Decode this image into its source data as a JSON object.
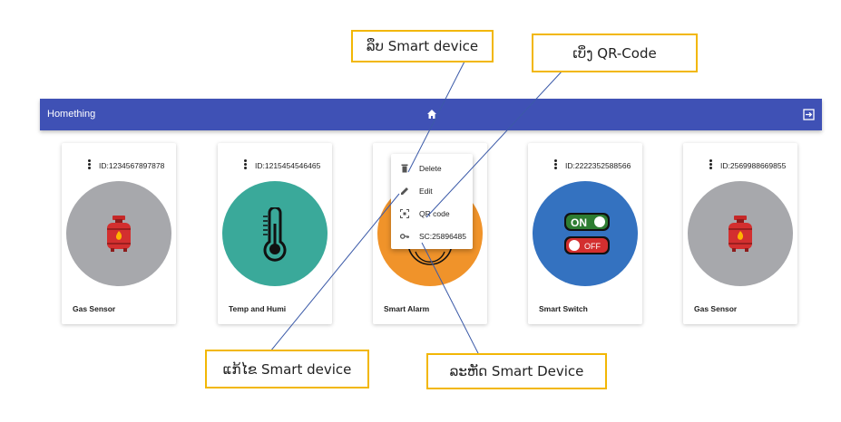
{
  "app": {
    "title": "Homething"
  },
  "colors": {
    "appbar": "#3f51b5",
    "gray": "#a7a8ac",
    "teal": "#3aa99a",
    "orange": "#f0932a",
    "blue": "#3472c0",
    "callout_border": "#f2b705",
    "line": "#3b5aa8"
  },
  "cards": [
    {
      "id": "ID:1234567897878",
      "name": "Gas Sensor",
      "icon": "gas-cylinder-icon",
      "color": "gray"
    },
    {
      "id": "ID:1215454546465",
      "name": "Temp and Humi",
      "icon": "thermometer-icon",
      "color": "teal"
    },
    {
      "id": "",
      "name": "Smart Alarm",
      "icon": "alarm-icon",
      "color": "orange"
    },
    {
      "id": "ID:2222352588566",
      "name": "Smart Switch",
      "icon": "switch-icon",
      "color": "blue"
    },
    {
      "id": "ID:2569988669855",
      "name": "Gas Sensor",
      "icon": "gas-cylinder-icon",
      "color": "gray"
    }
  ],
  "menu": {
    "items": [
      {
        "label": "Delete",
        "icon": "trash-icon"
      },
      {
        "label": "Edit",
        "icon": "pencil-icon"
      },
      {
        "label": "QR code",
        "icon": "qr-scan-icon"
      },
      {
        "label": "SC:25896485",
        "icon": "key-icon"
      }
    ]
  },
  "switch_labels": {
    "on": "ON",
    "off": "OFF"
  },
  "callouts": {
    "delete": "ລຶບ Smart device",
    "qr": "ເບິ່ງ QR-Code",
    "edit": "ແກ້ໄຂ Smart device",
    "code": "ລະຫັດ Smart Device"
  }
}
